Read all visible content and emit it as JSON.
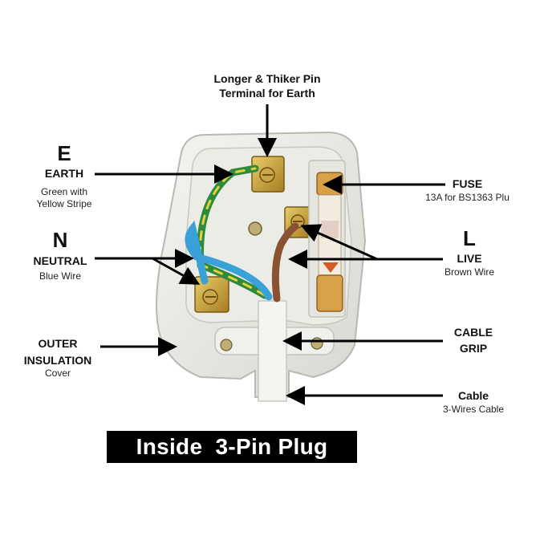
{
  "title": "Inside  3-Pin Plug",
  "labels": {
    "top_pin": {
      "line1": "Longer & Thiker Pin",
      "line2": "Terminal for Earth"
    },
    "earth": {
      "letter": "E",
      "name": "EARTH",
      "desc1": "Green with",
      "desc2": "Yellow Stripe"
    },
    "neutral": {
      "letter": "N",
      "name": "NEUTRAL",
      "desc": "Blue Wire"
    },
    "outer": {
      "line1": "OUTER",
      "line2": "INSULATION",
      "desc": "Cover"
    },
    "fuse": {
      "name": "FUSE",
      "desc": "13A for BS1363 Plu"
    },
    "live": {
      "letter": "L",
      "name": "LIVE",
      "desc": "Brown Wire"
    },
    "cable_grip": {
      "line1": "CABLE",
      "line2": "GRIP"
    },
    "cable": {
      "name": "Cable",
      "desc": "3-Wires Cable"
    }
  },
  "colors": {
    "earth_wire": "#2e8b3e",
    "earth_stripe": "#e3d23a",
    "neutral_wire": "#3aa0d8",
    "live_wire": "#8a5230",
    "brass": "#c9a13a",
    "fuse_cap": "#d9a04a",
    "fuse_body": "#f2ece0"
  }
}
